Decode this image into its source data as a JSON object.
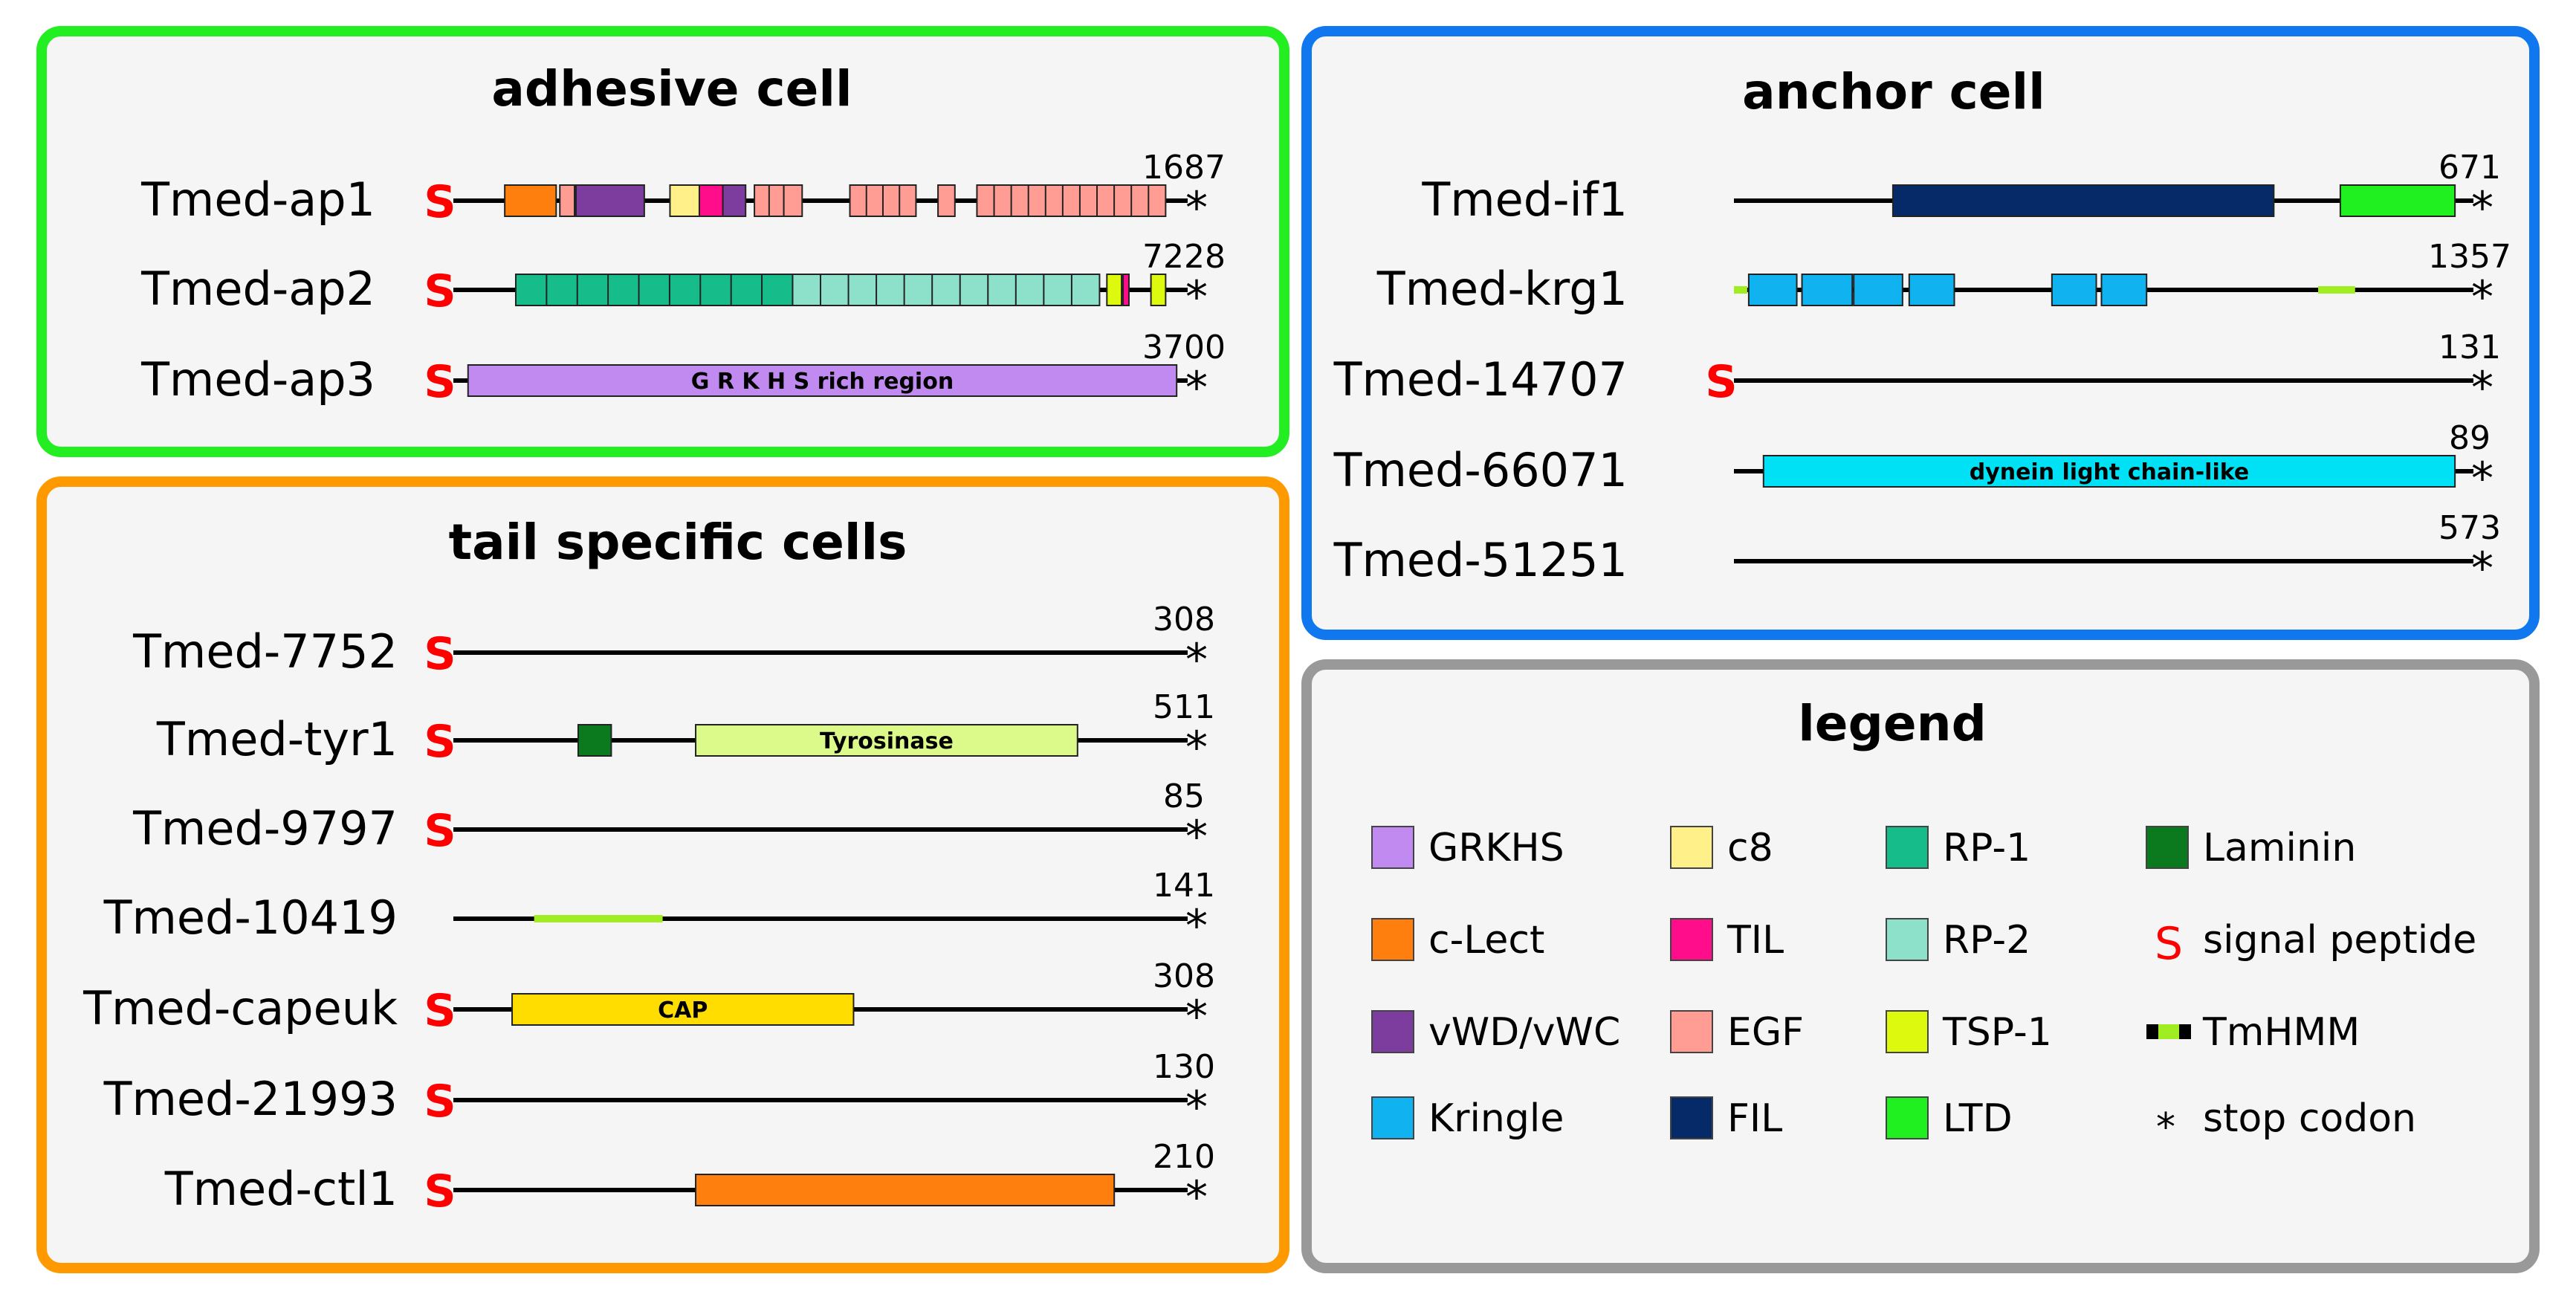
{
  "colors": {
    "panel_bg": "#f5f5f5",
    "adhesive_border": "#22ee22",
    "anchor_border": "#1177ee",
    "tail_border": "#ff9900",
    "legend_border": "#999999",
    "signal": "#ff0000"
  },
  "symbols": {
    "signal": "S",
    "stop": "*"
  },
  "domain_types": {
    "GRKHS": {
      "label": "GRKHS",
      "color": "#c08af0"
    },
    "c8": {
      "label": "c8",
      "color": "#fff08a"
    },
    "RP1": {
      "label": "RP-1",
      "color": "#16bd8b"
    },
    "Laminin": {
      "label": "Laminin",
      "color": "#0b7a1f"
    },
    "cLect": {
      "label": "c-Lect",
      "color": "#ff7f0e"
    },
    "TIL": {
      "label": "TIL",
      "color": "#ff0d8a"
    },
    "RP2": {
      "label": "RP-2",
      "color": "#8de0c9"
    },
    "vWD": {
      "label": "vWD/vWC",
      "color": "#7d3d9e"
    },
    "EGF": {
      "label": "EGF",
      "color": "#ff9d94"
    },
    "TSP1": {
      "label": "TSP-1",
      "color": "#ddfa0e"
    },
    "Kringle": {
      "label": "Kringle",
      "color": "#10b2f0"
    },
    "FIL": {
      "label": "FIL",
      "color": "#062a68"
    },
    "LTD": {
      "label": "LTD",
      "color": "#20f020"
    },
    "Tyr": {
      "label": "Tyrosinase",
      "color": "#dcfa8a"
    },
    "CAP": {
      "label": "CAP",
      "color": "#ffdd00"
    },
    "Dynein": {
      "label": "dynein light chain-like",
      "color": "#00e1f5"
    },
    "TM": {
      "label": "TmHMM",
      "color": "#a0ee22"
    }
  },
  "panels": [
    {
      "id": "adhesive",
      "title": "adhesive cell",
      "genes": [
        {
          "name": "Tmed-ap1",
          "length": 1687,
          "signal": true,
          "domains": [
            {
              "type": "cLect",
              "s": 0.07,
              "e": 0.14
            },
            {
              "type": "EGF",
              "s": 0.145,
              "e": 0.165
            },
            {
              "type": "vWD",
              "s": 0.167,
              "e": 0.26
            },
            {
              "type": "c8",
              "s": 0.295,
              "e": 0.335
            },
            {
              "type": "TIL",
              "s": 0.335,
              "e": 0.367
            },
            {
              "type": "vWD",
              "s": 0.367,
              "e": 0.398
            },
            {
              "type": "EGF",
              "s": 0.41,
              "e": 0.45,
              "segments": 2
            },
            {
              "type": "EGF",
              "s": 0.45,
              "e": 0.475
            },
            {
              "type": "EGF",
              "s": 0.54,
              "e": 0.63,
              "segments": 4
            },
            {
              "type": "EGF",
              "s": 0.66,
              "e": 0.683
            },
            {
              "type": "EGF",
              "s": 0.713,
              "e": 0.97,
              "segments": 11
            }
          ]
        },
        {
          "name": "Tmed-ap2",
          "length": 7228,
          "signal": true,
          "domains": [
            {
              "type": "RP1",
              "s": 0.085,
              "e": 0.462,
              "segments": 9
            },
            {
              "type": "RP2",
              "s": 0.462,
              "e": 0.88,
              "segments": 11
            },
            {
              "type": "TSP1",
              "s": 0.89,
              "e": 0.91
            },
            {
              "type": "TIL",
              "s": 0.912,
              "e": 0.92
            },
            {
              "type": "TSP1",
              "s": 0.95,
              "e": 0.97
            }
          ]
        },
        {
          "name": "Tmed-ap3",
          "length": 3700,
          "signal": true,
          "domains": [
            {
              "type": "GRKHS",
              "s": 0.02,
              "e": 0.985,
              "label": "G R K H S rich region"
            }
          ]
        }
      ]
    },
    {
      "id": "tail",
      "title": "tail specific cells",
      "genes": [
        {
          "name": "Tmed-7752",
          "length": 308,
          "signal": true,
          "domains": []
        },
        {
          "name": "Tmed-tyr1",
          "length": 511,
          "signal": true,
          "domains": [
            {
              "type": "Laminin",
              "s": 0.17,
              "e": 0.215
            },
            {
              "type": "Tyr",
              "s": 0.33,
              "e": 0.85,
              "label": "Tyrosinase"
            }
          ]
        },
        {
          "name": "Tmed-9797",
          "length": 85,
          "signal": true,
          "domains": []
        },
        {
          "name": "Tmed-10419",
          "length": 141,
          "signal": false,
          "domains": [
            {
              "type": "TM",
              "s": 0.11,
              "e": 0.285,
              "thin": true
            }
          ]
        },
        {
          "name": "Tmed-capeuk",
          "length": 308,
          "signal": true,
          "domains": [
            {
              "type": "CAP",
              "s": 0.08,
              "e": 0.545,
              "label": "CAP"
            }
          ]
        },
        {
          "name": "Tmed-21993",
          "length": 130,
          "signal": true,
          "domains": []
        },
        {
          "name": "Tmed-ctl1",
          "length": 210,
          "signal": true,
          "domains": [
            {
              "type": "cLect",
              "s": 0.33,
              "e": 0.9
            }
          ]
        }
      ]
    },
    {
      "id": "anchor",
      "title": "anchor cell",
      "genes": [
        {
          "name": "Tmed-if1",
          "length": 671,
          "signal": false,
          "domains": [
            {
              "type": "FIL",
              "s": 0.215,
              "e": 0.73
            },
            {
              "type": "LTD",
              "s": 0.82,
              "e": 0.975
            }
          ]
        },
        {
          "name": "Tmed-krg1",
          "length": 1357,
          "signal": false,
          "domains": [
            {
              "type": "TM",
              "s": 0.0,
              "e": 0.018,
              "thin": true
            },
            {
              "type": "Kringle",
              "s": 0.02,
              "e": 0.085
            },
            {
              "type": "Kringle",
              "s": 0.092,
              "e": 0.16
            },
            {
              "type": "Kringle",
              "s": 0.162,
              "e": 0.228
            },
            {
              "type": "Kringle",
              "s": 0.237,
              "e": 0.298
            },
            {
              "type": "Kringle",
              "s": 0.43,
              "e": 0.49
            },
            {
              "type": "Kringle",
              "s": 0.497,
              "e": 0.558
            },
            {
              "type": "TM",
              "s": 0.79,
              "e": 0.84,
              "thin": true
            }
          ]
        },
        {
          "name": "Tmed-14707",
          "length": 131,
          "signal": true,
          "domains": []
        },
        {
          "name": "Tmed-66071",
          "length": 89,
          "signal": false,
          "domains": [
            {
              "type": "Dynein",
              "s": 0.04,
              "e": 0.975,
              "label": "dynein light chain-like"
            }
          ]
        },
        {
          "name": "Tmed-51251",
          "length": 573,
          "signal": false,
          "domains": []
        }
      ]
    }
  ],
  "legend": {
    "title": "legend",
    "columns": [
      [
        "GRKHS",
        "cLect",
        "vWD",
        "Kringle"
      ],
      [
        "c8",
        "TIL",
        "EGF",
        "FIL"
      ],
      [
        "RP1",
        "RP2",
        "TSP1",
        "LTD"
      ],
      [
        "Laminin",
        "signal",
        "TmHMM",
        "stop"
      ]
    ],
    "signal_label": "signal peptide",
    "tm_label": "TmHMM",
    "stop_label": "stop codon"
  }
}
